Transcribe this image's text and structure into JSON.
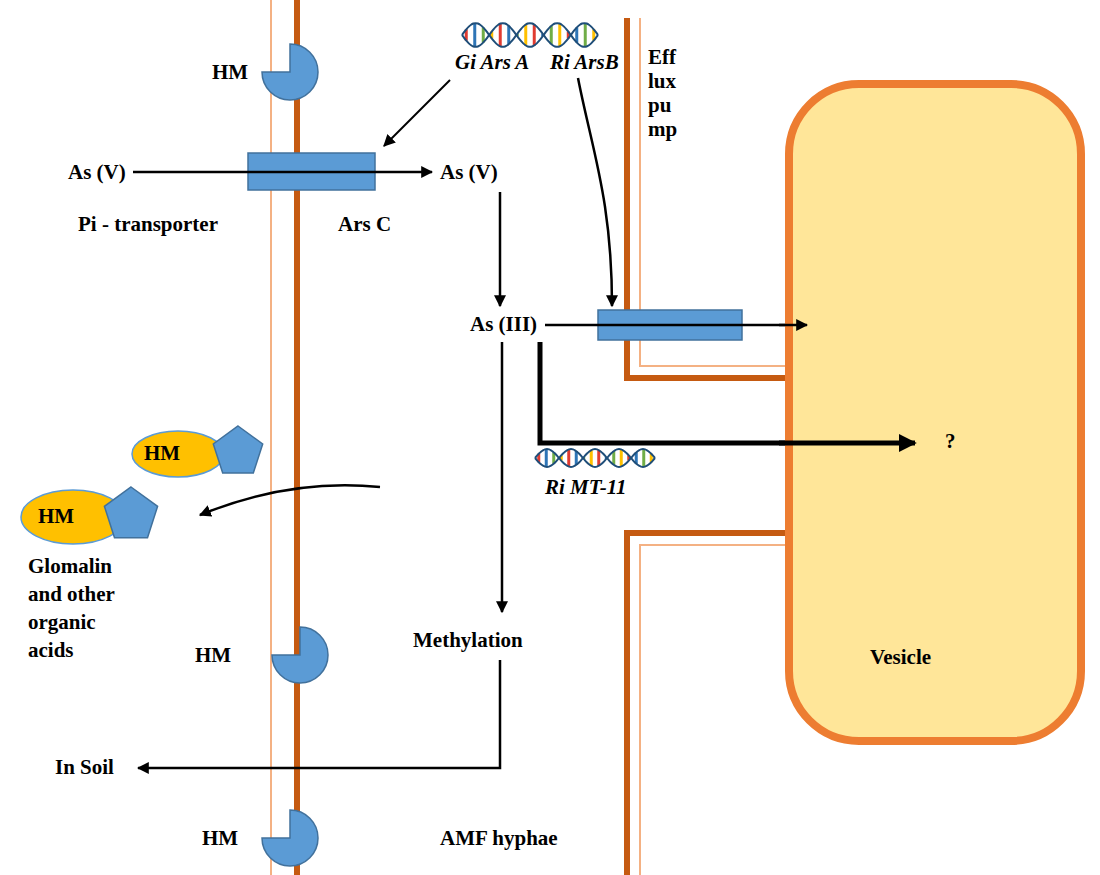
{
  "diagram": {
    "nodes": [
      {
        "text": [
          "HM"
        ]
      },
      {
        "text": [
          "HM"
        ]
      },
      {
        "text": [
          "?",
          "Vesicle"
        ]
      }
    ],
    "labels": [
      "HM",
      "Gi Ars A",
      "Ri ArsB",
      "Eff lux pu mp",
      "As (V)",
      "Pi - transporter",
      "Ars C",
      "As (V)",
      "As (III)",
      "Ri MT-11",
      "Glomalin and other organic acids",
      "HM",
      "Methylation",
      "In Soil",
      "HM",
      "AMF hyphae"
    ]
  }
}
